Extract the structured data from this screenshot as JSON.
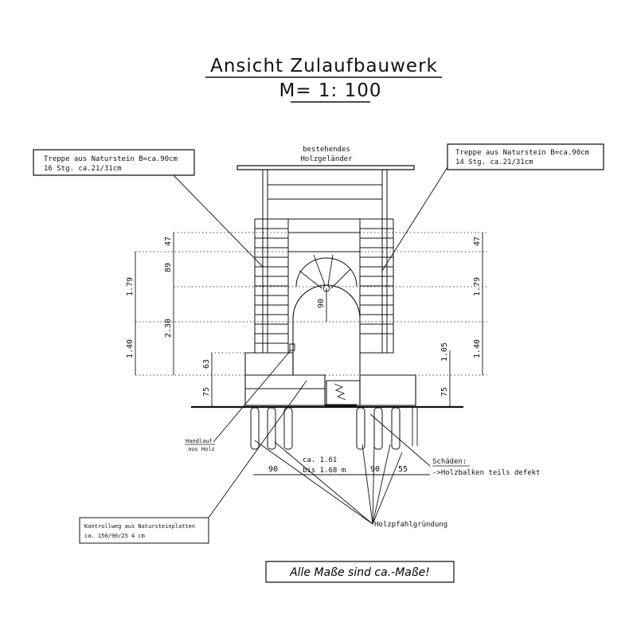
{
  "title": {
    "line1": "Ansicht  Zulaufbauwerk",
    "line2": "M= 1: 100"
  },
  "callouts": {
    "stair_left": {
      "line1": "Treppe aus Naturstein B=ca.90cm",
      "line2": "16 Stg. ca.21/31cm"
    },
    "stair_right": {
      "line1": "Treppe aus Naturstein B=ca.90cm",
      "line2": "14 Stg. ca.21/31cm"
    },
    "railing": {
      "line1": "bestehendes",
      "line2": "Holzgeländer"
    },
    "handrail": {
      "line1": "Handlauf",
      "line2": "aus Holz"
    },
    "damage": {
      "line1": "Schäden:",
      "line2": "->Holzbalken teils defekt"
    },
    "piles": "Holzpfahlgründung",
    "control_path": {
      "line1": "Kontrollweg aus Natursteinplatten",
      "line2": "ca. 150/90/25 4 cm"
    },
    "gap": {
      "line1": "ca. 1.61",
      "line2": "bis 1.68 m"
    }
  },
  "dimensions": {
    "left_outer": [
      "1.79",
      "1.40"
    ],
    "left_inner": [
      "47",
      "89",
      "2.30",
      "63",
      "75"
    ],
    "right_inner": [
      "1.05",
      "75"
    ],
    "right_outer": [
      "47",
      "1.79",
      "1.40"
    ],
    "arch": "90",
    "bottom": [
      "90",
      "90",
      "55"
    ]
  },
  "note": "Alle Maße sind ca.-Maße!"
}
